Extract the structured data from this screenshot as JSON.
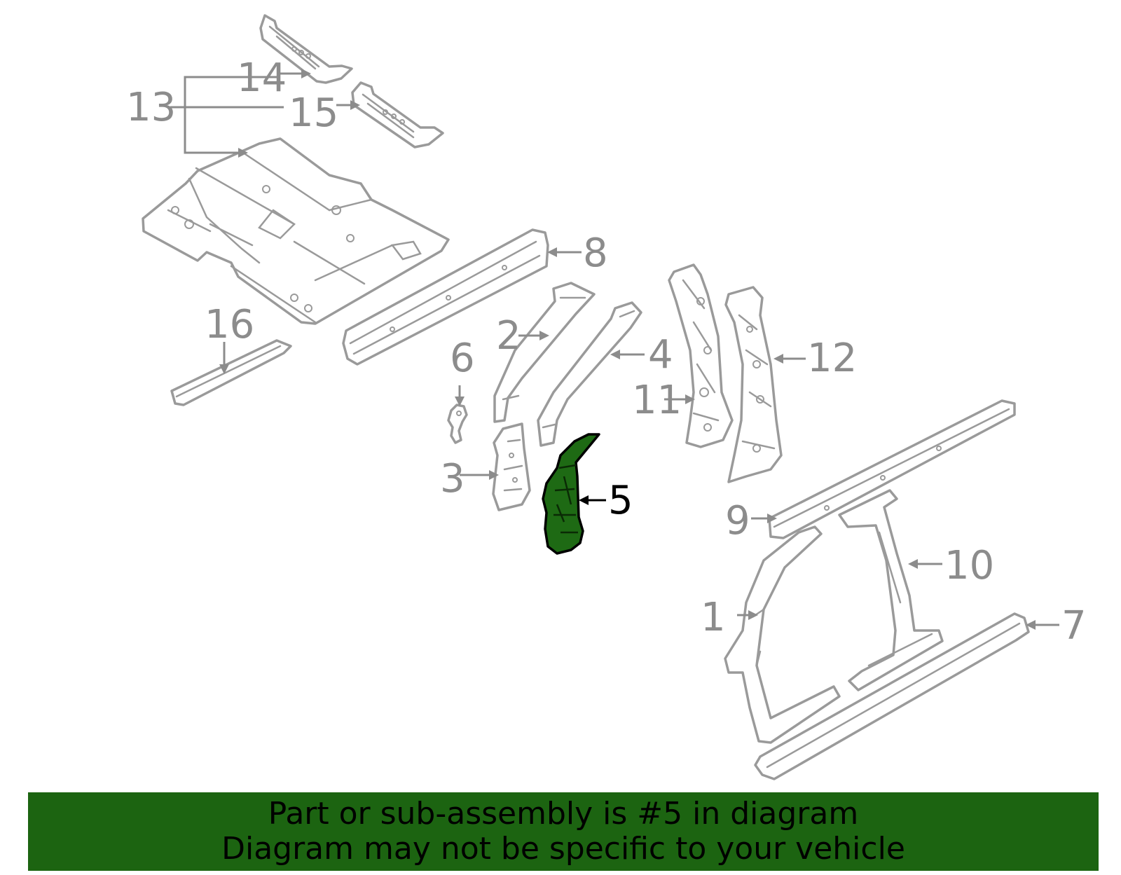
{
  "diagram": {
    "highlighted_part": "5",
    "highlight_color": "#1e6a14",
    "callouts": {
      "c1": "1",
      "c2": "2",
      "c3": "3",
      "c4": "4",
      "c5": "5",
      "c6": "6",
      "c7": "7",
      "c8": "8",
      "c9": "9",
      "c10": "10",
      "c11": "11",
      "c12": "12",
      "c13": "13",
      "c14": "14",
      "c15": "15",
      "c16": "16"
    }
  },
  "banner": {
    "line1": "Part or sub-assembly is #5 in diagram",
    "line2": "Diagram may not be specific to your vehicle",
    "background_color": "#1c6411"
  }
}
